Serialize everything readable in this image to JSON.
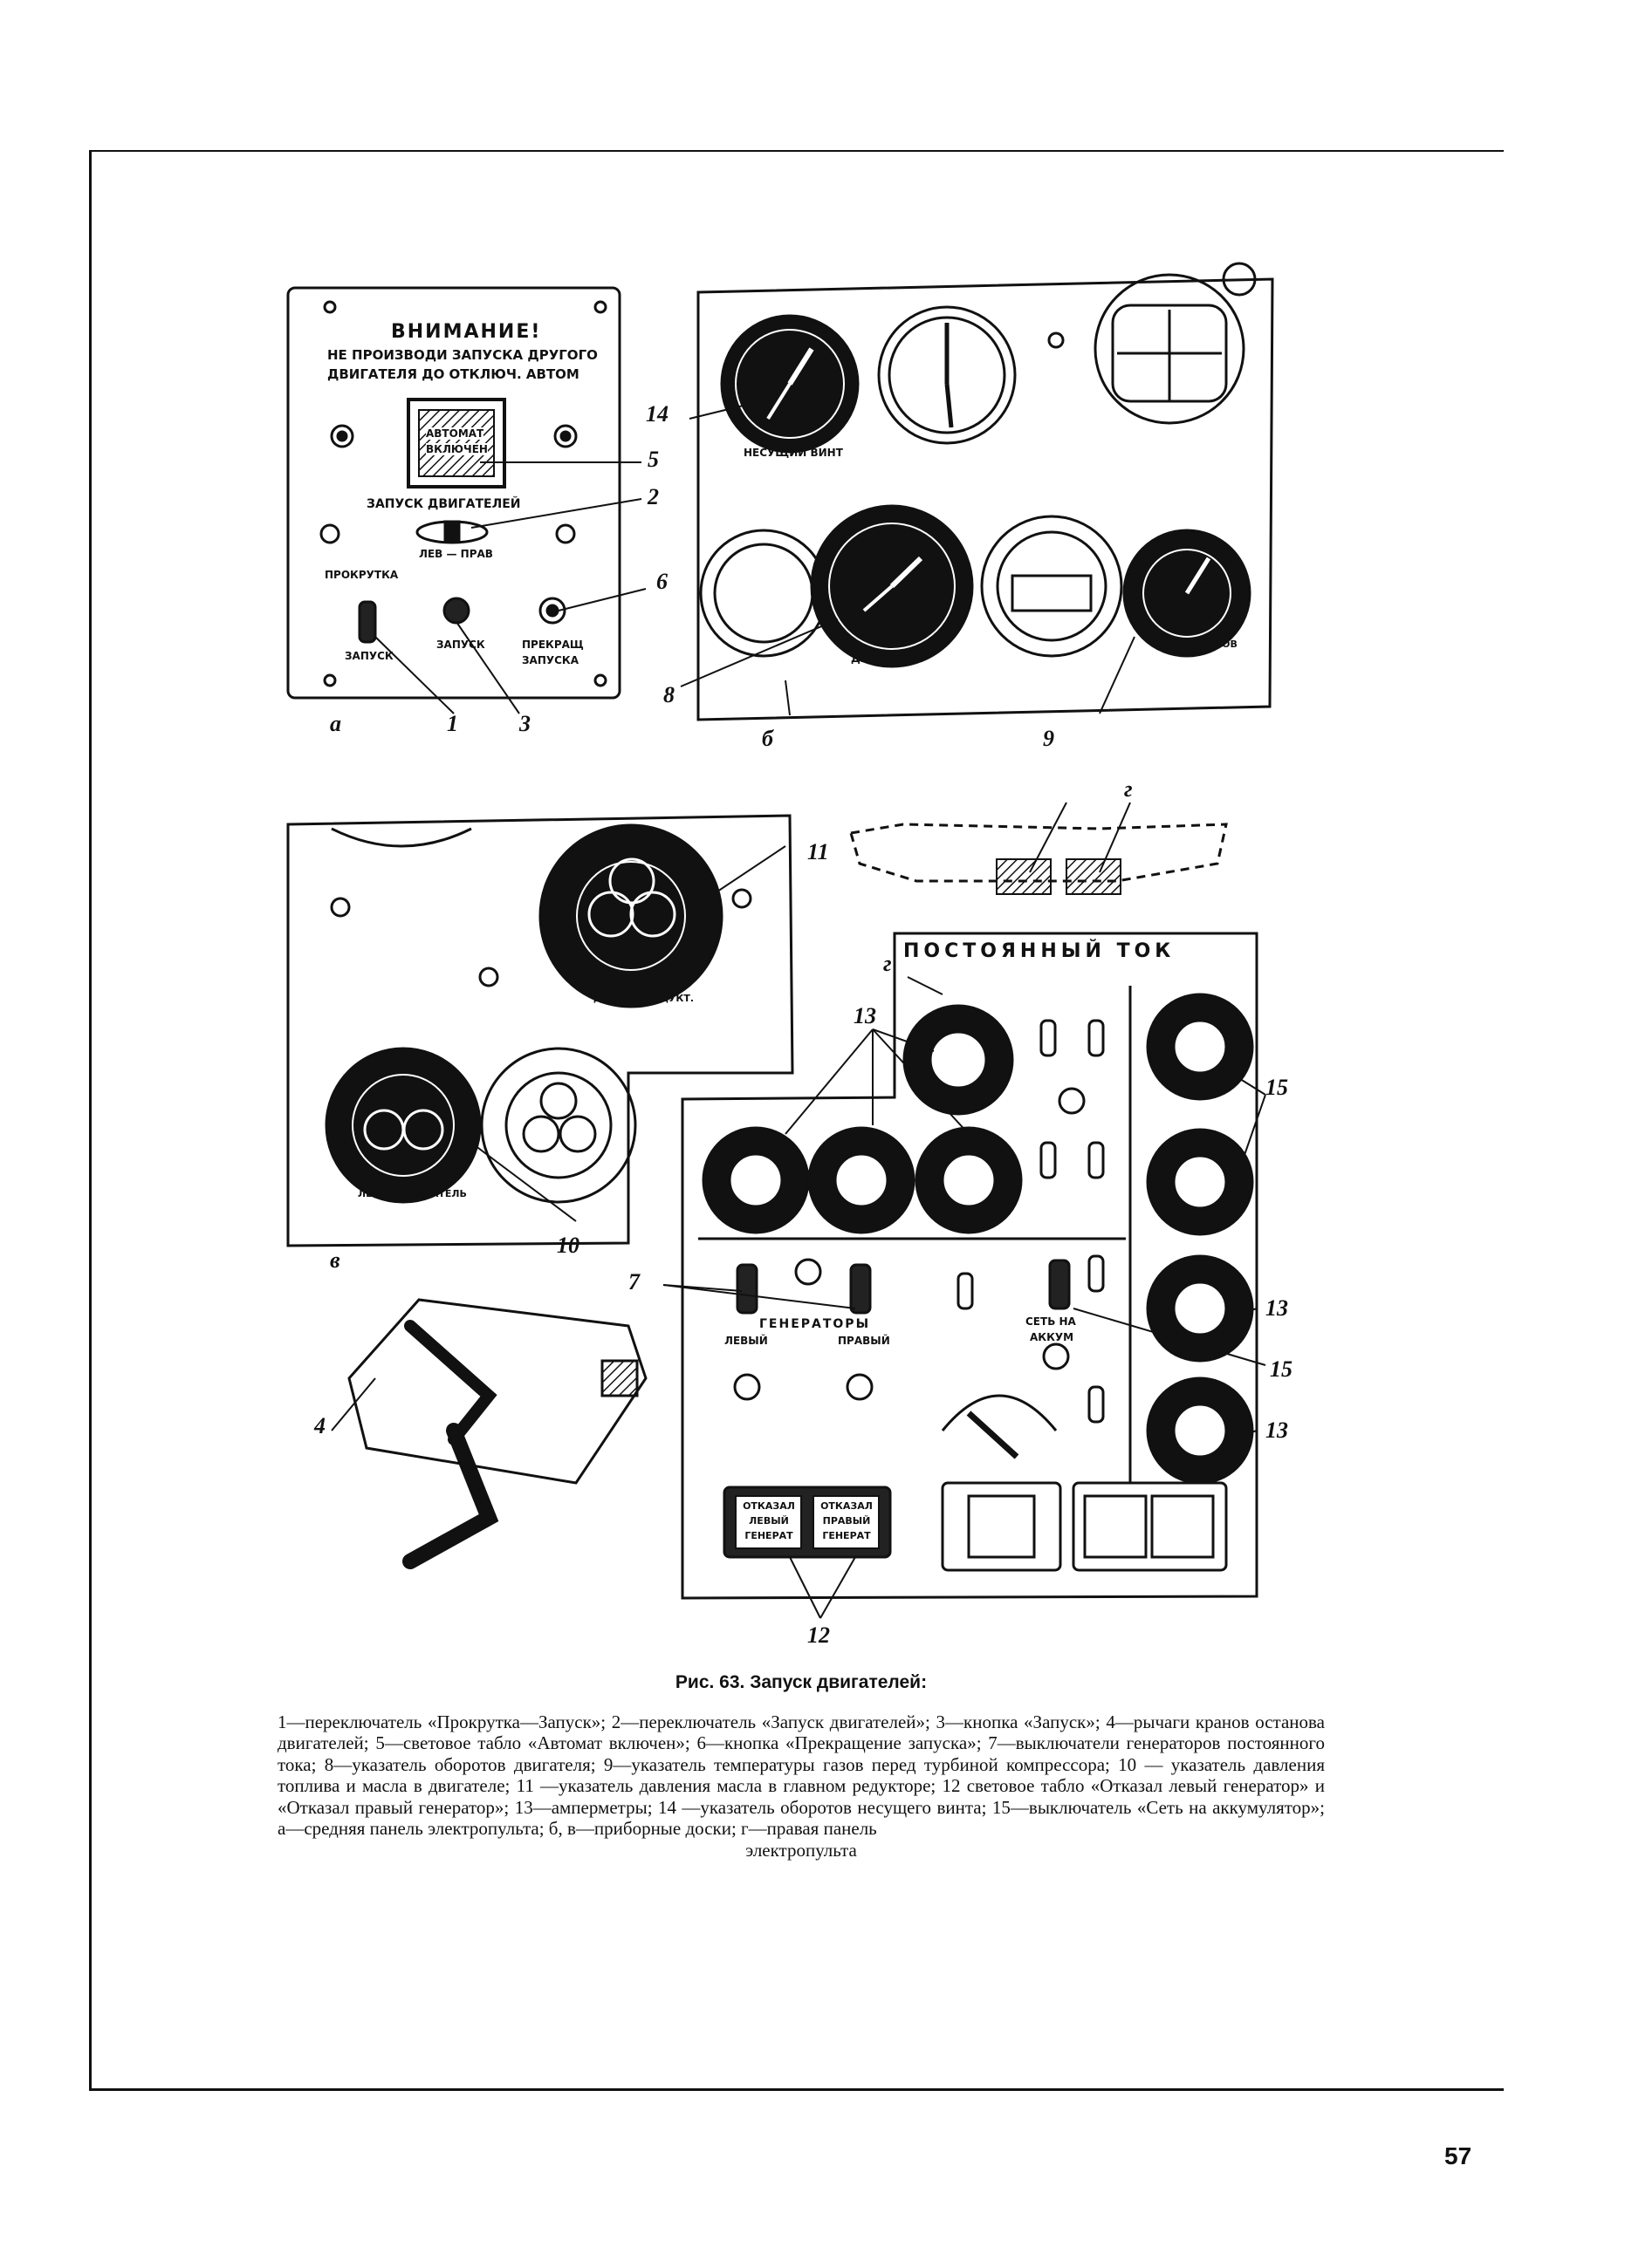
{
  "panel_a": {
    "warning_title": "ВНИМАНИЕ!",
    "warning_line1": "НЕ ПРОИЗВОДИ ЗАПУСКА ДРУГОГО",
    "warning_line2": "ДВИГАТЕЛЯ ДО ОТКЛЮЧ. АВТОМ",
    "tablo_line1": "АВТОМАТ",
    "tablo_line2": "ВКЛЮЧЕН",
    "engine_start_label": "ЗАПУСК ДВИГАТЕЛЕЙ",
    "lev_prav_label": "ЛЕВ — ПРАВ",
    "prokrutka_label": "ПРОКРУТКА",
    "zapusk_label": "ЗАПУСК",
    "zapusk_button_label": "ЗАПУСК",
    "prekrash_line1": "ПРЕКРАЩ",
    "prekrash_line2": "ЗАПУСКА"
  },
  "panel_b": {
    "rotor_gauge_label": "НЕСУЩИЙ ВИНТ",
    "engine_gauge_label": "ДВИГАТЕЛИ",
    "temp_gauge_label": "ТЕМПЕР. ГАЗОВ"
  },
  "panel_v": {
    "reducer_gauge_label": "ДАВЛЕН. РЕДУКТ.",
    "left_engine_label": "ЛЕВЫЙ ДВИГАТЕЛЬ"
  },
  "panel_g": {
    "dc_header": "ПОСТОЯННЫЙ ТОК",
    "generators_label": "ГЕНЕРАТОРЫ",
    "left_label": "ЛЕВЫЙ",
    "right_label": "ПРАВЫЙ",
    "set_akkum_line1": "СЕТЬ НА",
    "set_akkum_line2": "АККУМ",
    "fail_left": [
      "ОТКАЗАЛ",
      "ЛЕВЫЙ",
      "ГЕНЕРАТ"
    ],
    "fail_right": [
      "ОТКАЗАЛ",
      "ПРАВЫЙ",
      "ГЕНЕРАТ"
    ]
  },
  "callouts": {
    "n1": "1",
    "n2": "2",
    "n3": "3",
    "n4": "4",
    "n5": "5",
    "n6": "6",
    "n7": "7",
    "n8": "8",
    "n9": "9",
    "n10": "10",
    "n11": "11",
    "n12": "12",
    "n13": "13",
    "n14": "14",
    "n15": "15",
    "a": "а",
    "b": "б",
    "v": "в",
    "g": "г"
  },
  "caption": {
    "title": "Рис. 63. Запуск двигателей:",
    "body": "1—переключатель «Прокрутка—Запуск»; 2—переключатель «Запуск двигателей»; 3—кнопка «Запуск»; 4—рычаги кранов останова двигателей; 5—световое табло «Автомат включен»; 6—кнопка «Прекращение запуска»; 7—выключатели генераторов постоянного тока; 8—указатель оборотов двигателя; 9—указатель температуры газов перед турбиной компрессора; 10 — указатель давления топлива и масла в двигателе; 11 —указатель давления масла в главном редукторе; 12 световое табло «Отказал левый генератор» и «Отказал правый генератор»; 13—амперметры; 14 —указатель оборотов несущего винта; 15—выключатель «Сеть на аккумулятор»; а—средняя панель электропульта; б, в—приборные доски; г—правая панель",
    "last_line": "электропульта"
  },
  "page_number": "57"
}
